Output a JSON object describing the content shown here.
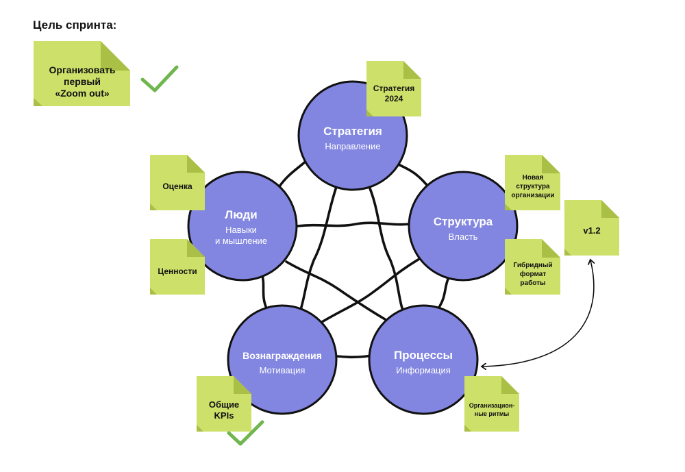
{
  "heading": "Цель спринта:",
  "goal_note": [
    "Организовать",
    "первый",
    "«Zoom out»"
  ],
  "circles": {
    "strategy": {
      "title": "Стратегия",
      "subtitle": [
        "Направление"
      ]
    },
    "people": {
      "title": "Люди",
      "subtitle": [
        "Навыки",
        "и мышление"
      ]
    },
    "structure": {
      "title": "Структура",
      "subtitle": [
        "Власть"
      ]
    },
    "rewards": {
      "title": "Вознаграждения",
      "subtitle": [
        "Мотивация"
      ]
    },
    "processes": {
      "title": "Процессы",
      "subtitle": [
        "Информация"
      ]
    }
  },
  "notes": {
    "strategy_2024": [
      "Стратегия",
      "2024"
    ],
    "evaluation": [
      "Оценка"
    ],
    "values": [
      "Ценности"
    ],
    "new_structure": [
      "Новая",
      "структура",
      "организации"
    ],
    "hybrid_format": [
      "Гибридный",
      "формат",
      "работы"
    ],
    "version": [
      "v1.2"
    ],
    "common_kpis": [
      "Общие",
      "KPIs"
    ],
    "org_rhythms": [
      "Организацион-",
      "ные ритмы"
    ]
  },
  "colors": {
    "circle": "#8286e0",
    "note": "#cce06a",
    "note_fold": "#a9bf45",
    "check": "#6fb64f",
    "line": "#111111"
  }
}
